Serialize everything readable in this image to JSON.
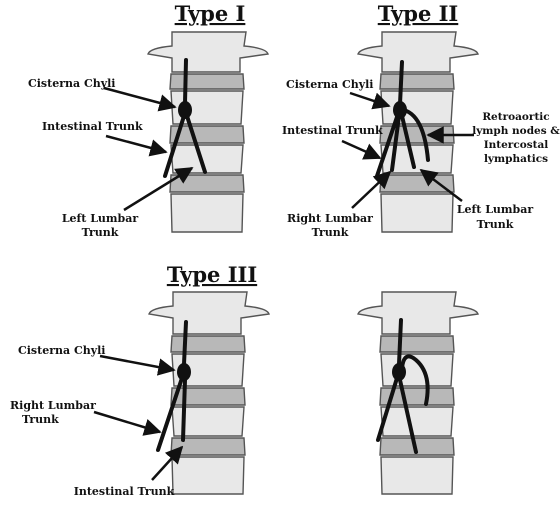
{
  "titles": {
    "type1": "Type I",
    "type2": "Type II",
    "type3": "Type III"
  },
  "type1": {
    "cisterna": "Cisterna Chyli",
    "intestinal": "Intestinal Trunk",
    "left_lumbar": [
      "Left Lumbar",
      "Trunk"
    ]
  },
  "type2": {
    "cisterna": "Cisterna Chyli",
    "intestinal": "Intestinal Trunk",
    "retroaortic": [
      "Retroaortic",
      "lymph nodes &",
      "Intercostal",
      "lymphatics"
    ],
    "right_lumbar": [
      "Right Lumbar",
      "Trunk"
    ],
    "left_lumbar": [
      "Left Lumbar",
      "Trunk"
    ]
  },
  "type3": {
    "cisterna": "Cisterna Chyli",
    "right_lumbar": [
      "Right Lumbar",
      "Trunk"
    ],
    "intestinal": "Intestinal Trunk"
  },
  "colors": {
    "bone_fill": "#e8e8e8",
    "disc_fill": "#b8b8b8",
    "stroke": "#555555",
    "ink": "#111111"
  }
}
